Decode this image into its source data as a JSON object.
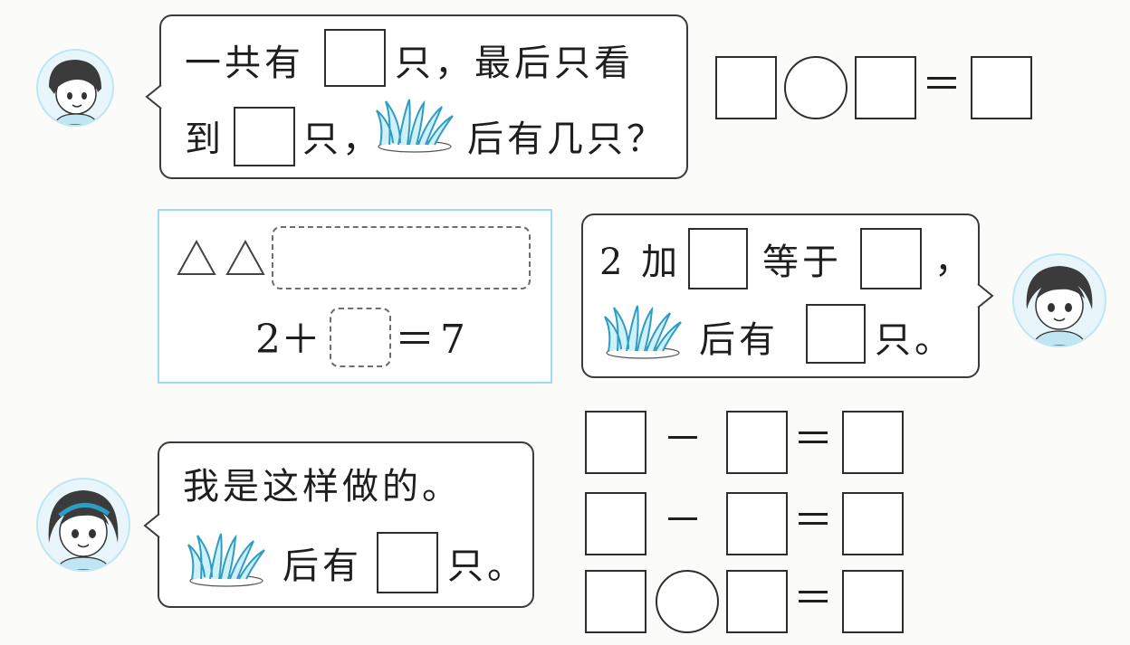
{
  "colors": {
    "ink": "#1e1e1e",
    "grass_light": "#cfeff9",
    "grass_dark": "#2e9dc3",
    "panel_border": "#9fdcef"
  },
  "bubble1": {
    "line1_a": "一共有",
    "line1_b": "只，最后只看",
    "line2_a": "到",
    "line2_b": "只，",
    "line2_c": "后有几只？"
  },
  "eq1": {
    "op1": "",
    "eq": "＝"
  },
  "hint": {
    "num1": "2",
    "plus": "＋",
    "eq": "＝",
    "result": "7"
  },
  "bubble2": {
    "line1_a": "2 加",
    "line1_b": "等于",
    "line1_c": "，",
    "line2_a": "后有",
    "line2_b": "只。"
  },
  "bubble3": {
    "line1": "我是这样做的。",
    "line2_a": "后有",
    "line2_b": "只。"
  },
  "eq2": {
    "minus": "－",
    "eq": "＝"
  },
  "eq3": {
    "minus": "－",
    "eq": "＝"
  },
  "eq4": {
    "eq": "＝"
  },
  "icons": [
    "boy-avatar-icon",
    "girl-avatar-icon",
    "girl-headband-avatar-icon",
    "grass-tuft-icon",
    "triangle-icon"
  ]
}
